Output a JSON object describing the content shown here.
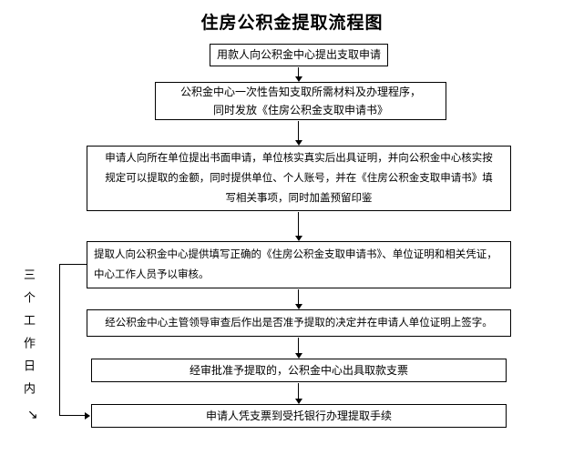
{
  "title": "住房公积金提取流程图",
  "steps": [
    {
      "text": "用款人向公积金中心提出支取申请"
    },
    {
      "text": "公积金中心一次性告知支取所需材料及办理程序，\n同时发放《住房公积金支取申请书》"
    },
    {
      "text": "申请人向所在单位提出书面申请，单位核实真实后出具证明，并向公积金中心核实按\n规定可以提取的金额，同时提供单位、个人账号，并在《住房公积金支取申请书》填\n写相关事项，同时加盖预留印鉴"
    },
    {
      "text": "提取人向公积金中心提供填写正确的《住房公积金支取申请书》、单位证明和相关凭证，\n中心工作人员予以审核。"
    },
    {
      "text": "经公积金中心主管领导审查后作出是否准予提取的决定并在申请人单位证明上签字。"
    },
    {
      "text": "经审批准予提取的，公积金中心出具取款支票"
    },
    {
      "text": "申请人凭支票到受托银行办理提取手续"
    }
  ],
  "side_note": {
    "label": "三个工作日内",
    "arrow_icon": "↘"
  },
  "colors": {
    "line": "#000000",
    "background": "#ffffff",
    "text": "#000000"
  }
}
